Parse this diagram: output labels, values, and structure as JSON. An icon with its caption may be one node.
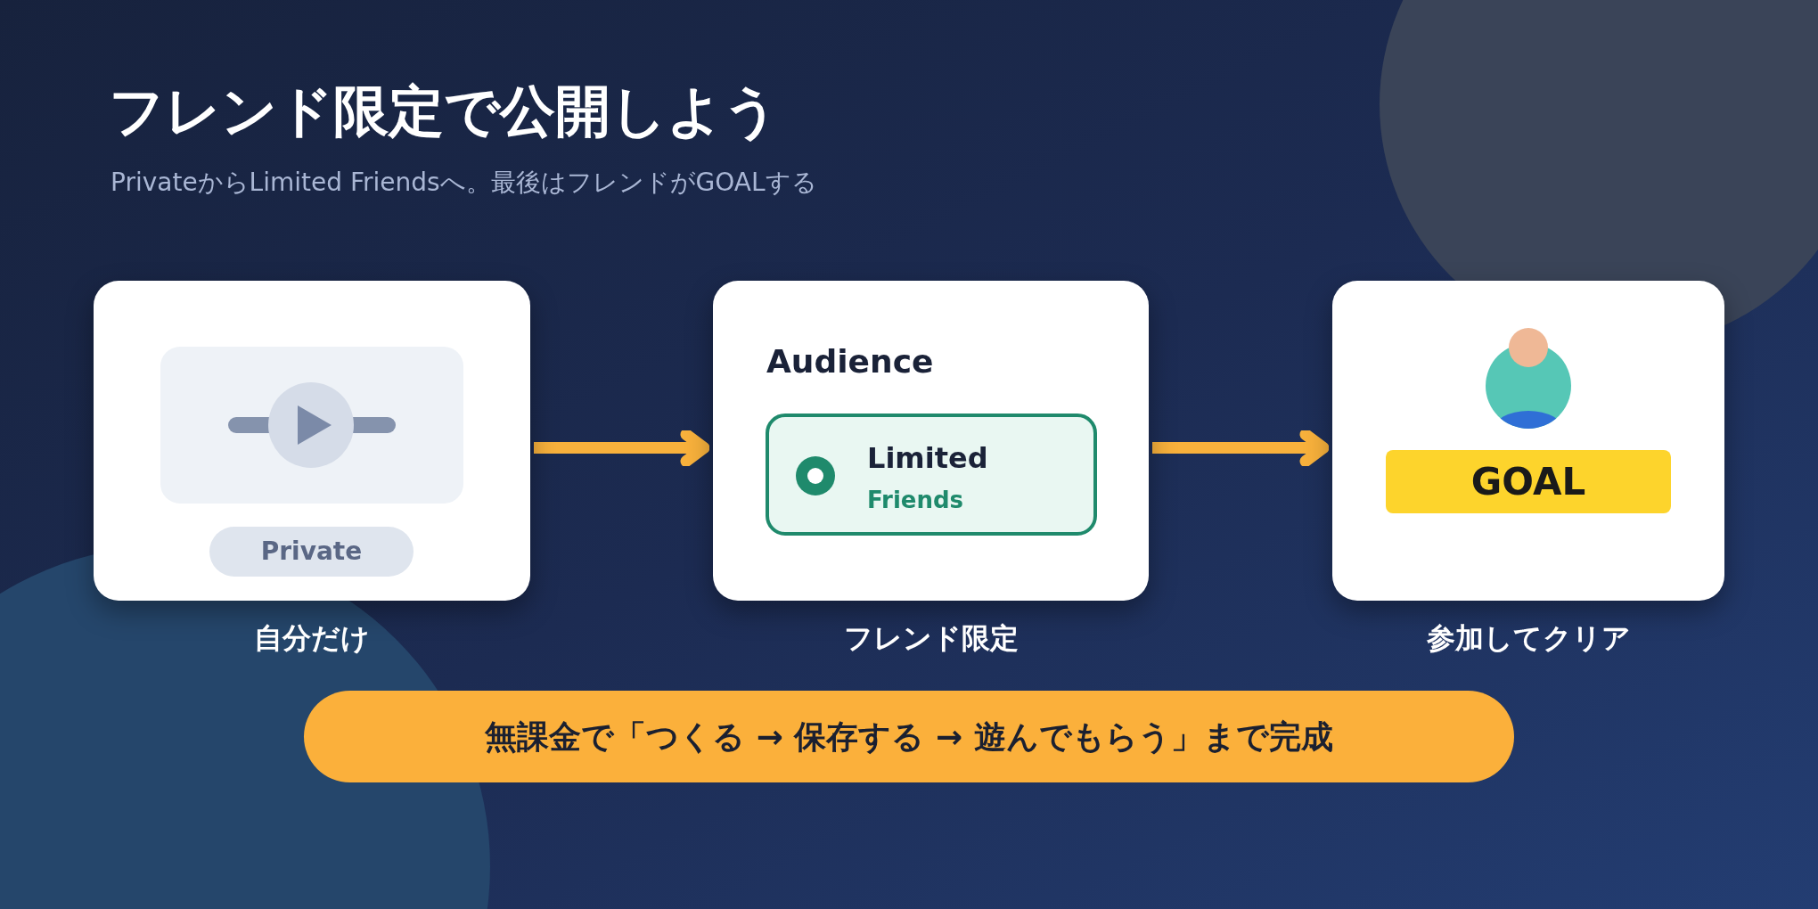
{
  "diagram": {
    "title": "フレンド限定で公開しよう",
    "nodes": [
      {
        "text": [
          "Private"
        ],
        "beside": [
          "自分だけ"
        ]
      },
      {
        "text": [
          "Audience"
        ],
        "beside": [
          "フレンド限定"
        ]
      },
      {
        "text": [
          "Limited",
          "Friends"
        ],
        "in": 1
      },
      {
        "text": [
          "GOAL"
        ],
        "beside": [
          "参加してクリア"
        ]
      }
    ],
    "edges": [
      {
        "from": 0,
        "to": 1,
        "arrow": "to"
      },
      {
        "from": 1,
        "to": 3,
        "arrow": "to"
      }
    ],
    "labels": [
      "PrivateからLimited Friendsへ。最後はフレンドがGOALする",
      "無課金で「つくる → 保存する → 遊んでもらう」まで完成"
    ]
  }
}
